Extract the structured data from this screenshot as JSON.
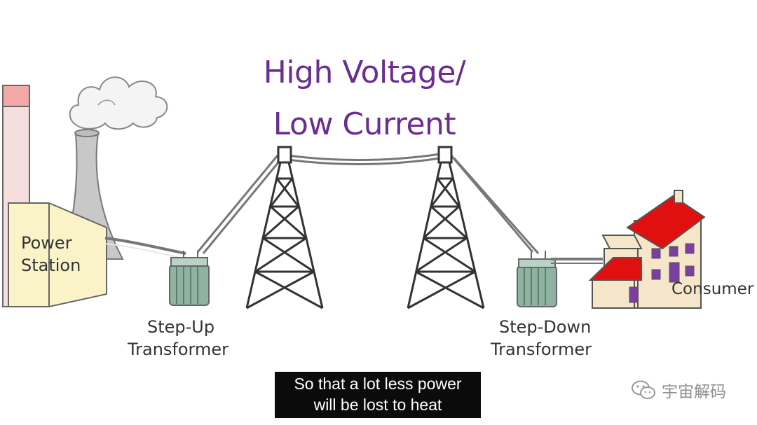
{
  "heading": {
    "line1": "High Voltage/",
    "line2": "Low Current"
  },
  "labels": {
    "power_station_line1": "Power",
    "power_station_line2": "Station",
    "step_up_line1": "Step-Up",
    "step_up_line2": "Transformer",
    "step_down_line1": "Step-Down",
    "step_down_line2": "Transformer",
    "consumer": "Consumer"
  },
  "subtitle": {
    "line1": "So that a lot less power",
    "line2": "will be lost to heat"
  },
  "watermark": {
    "text": "宇宙解码",
    "icon": "wechat-icon"
  },
  "colors": {
    "title": "#6b2d8f",
    "roof": "#e01010",
    "transformer": "#8fb3a0",
    "house": "#f6e6c9"
  }
}
